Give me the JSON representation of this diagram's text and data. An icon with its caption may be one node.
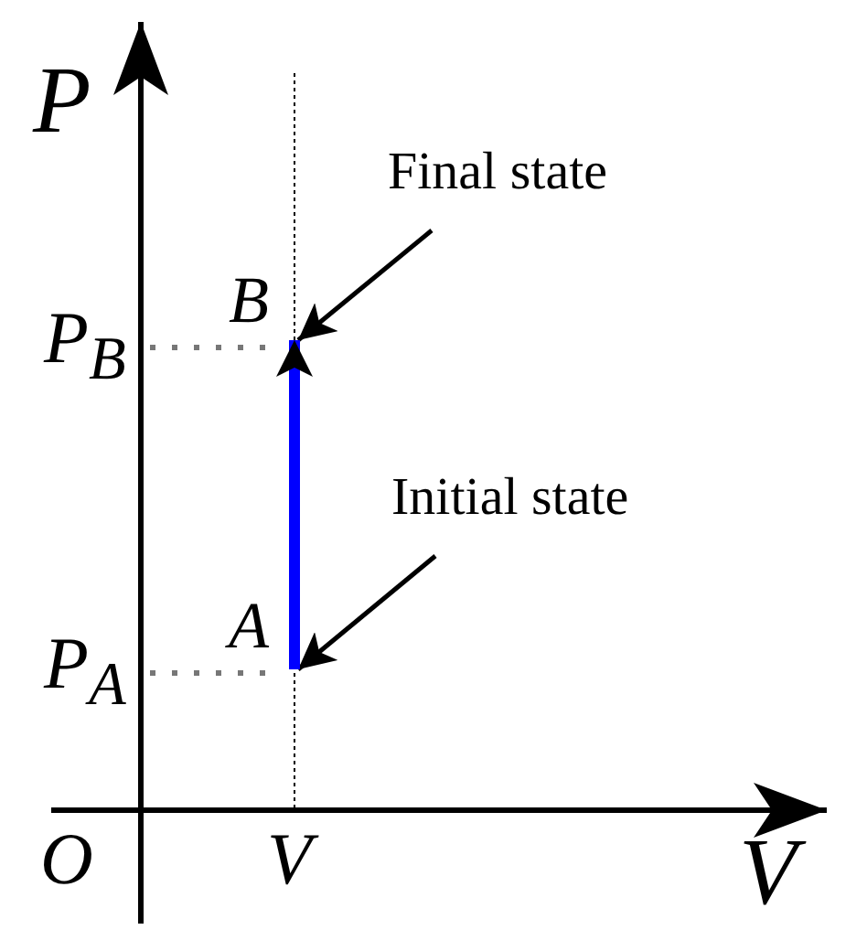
{
  "diagram": {
    "nodes": [
      {
        "text": [
          "A"
        ]
      },
      {
        "text": [
          "B"
        ]
      },
      {
        "text": [
          "Final state"
        ]
      },
      {
        "text": [
          "Initial state"
        ]
      }
    ],
    "edges": [
      {
        "from": 2,
        "to": 1,
        "arrow": "to"
      },
      {
        "from": 3,
        "to": 0,
        "arrow": "to"
      },
      {
        "from": 0,
        "to": 1,
        "arrow": "to",
        "style": "thick",
        "color": "#0000ff"
      }
    ],
    "labels": [
      "P",
      "P$_{B}$",
      "P$_{A}$",
      "O",
      "V",
      "V"
    ]
  }
}
